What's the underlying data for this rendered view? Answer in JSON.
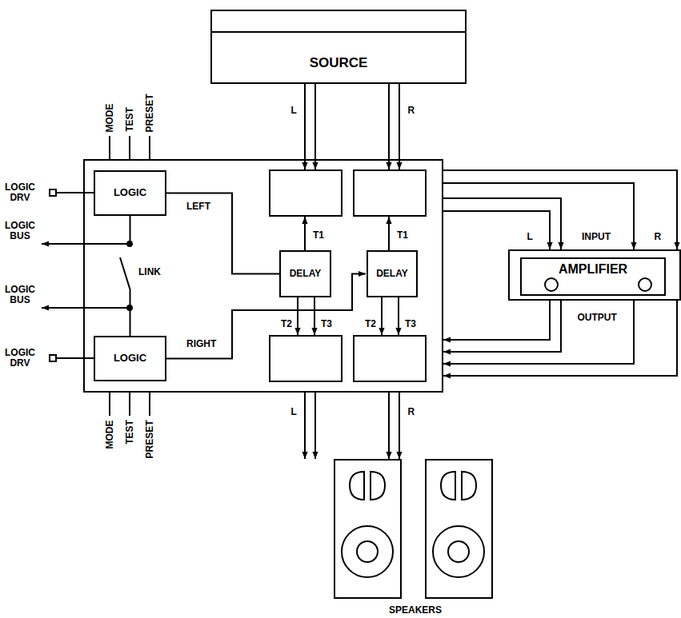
{
  "diagram": {
    "nodes": [
      {
        "text": [
          "SOURCE"
        ]
      },
      {
        "text": [
          "LOGIC"
        ]
      },
      {
        "text": [
          "DELAY"
        ]
      },
      {
        "text": [
          "DELAY"
        ]
      },
      {
        "text": [
          "LOGIC"
        ]
      },
      {
        "text": [
          "AMPLIFIER"
        ]
      }
    ],
    "edges": [
      {
        "from": 1,
        "to": 2,
        "label": "LEFT",
        "arrow": "none"
      },
      {
        "from": 4,
        "to": 3,
        "label": "RIGHT",
        "arrow": "to"
      },
      {
        "from": 1,
        "to": 4,
        "label": "LINK",
        "arrow": "none"
      }
    ],
    "labels": [
      "MODE",
      "TEST",
      "PRESET",
      "LOGIC DRV",
      "LOGIC BUS",
      "LOGIC BUS",
      "LOGIC DRV",
      "MODE",
      "TEST",
      "PRESET",
      "L",
      "R",
      "T1",
      "T1",
      "T2",
      "T3",
      "T2",
      "T3",
      "L",
      "INPUT",
      "R",
      "OUTPUT",
      "L",
      "R",
      "SPEAKERS"
    ]
  }
}
